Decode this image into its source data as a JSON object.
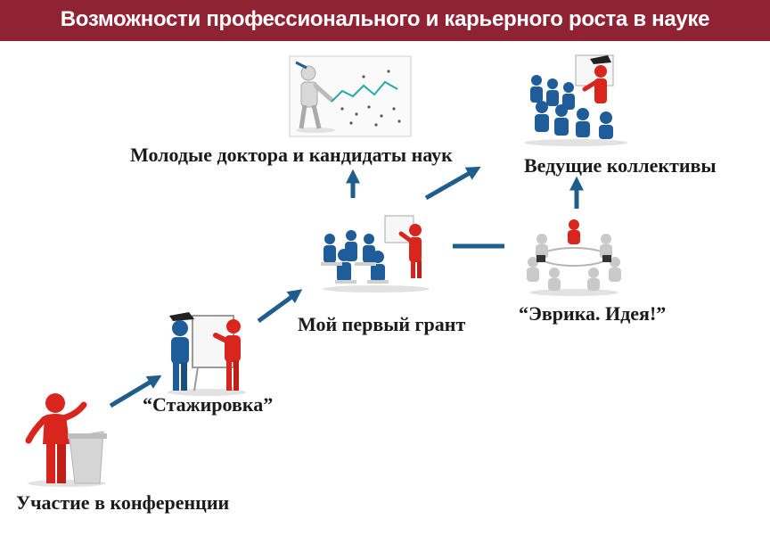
{
  "header": {
    "title": "Возможности профессионального и карьерного роста в науке"
  },
  "stages": {
    "conference": "Участие в конференции",
    "internship": "“Стажировка”",
    "first_grant": "Мой первый грант",
    "young_doctors": "Молодые доктора и кандидаты наук",
    "eureka": "“Эврика. Идея!”",
    "leading_teams": "Ведущие коллективы"
  },
  "colors": {
    "header_bg": "#8f2233",
    "arrow": "#1f5d8c",
    "figure_red": "#d8261e",
    "figure_blue": "#1f5d9a",
    "figure_gray": "#c9c9c9"
  },
  "icons": {
    "conference": "speaker-at-podium-icon",
    "internship": "teacher-at-whiteboard-icon",
    "first_grant": "classroom-presentation-icon",
    "young_doctors": "researcher-chart-icon",
    "eureka": "round-table-meeting-icon",
    "leading_teams": "audience-lecture-icon"
  }
}
